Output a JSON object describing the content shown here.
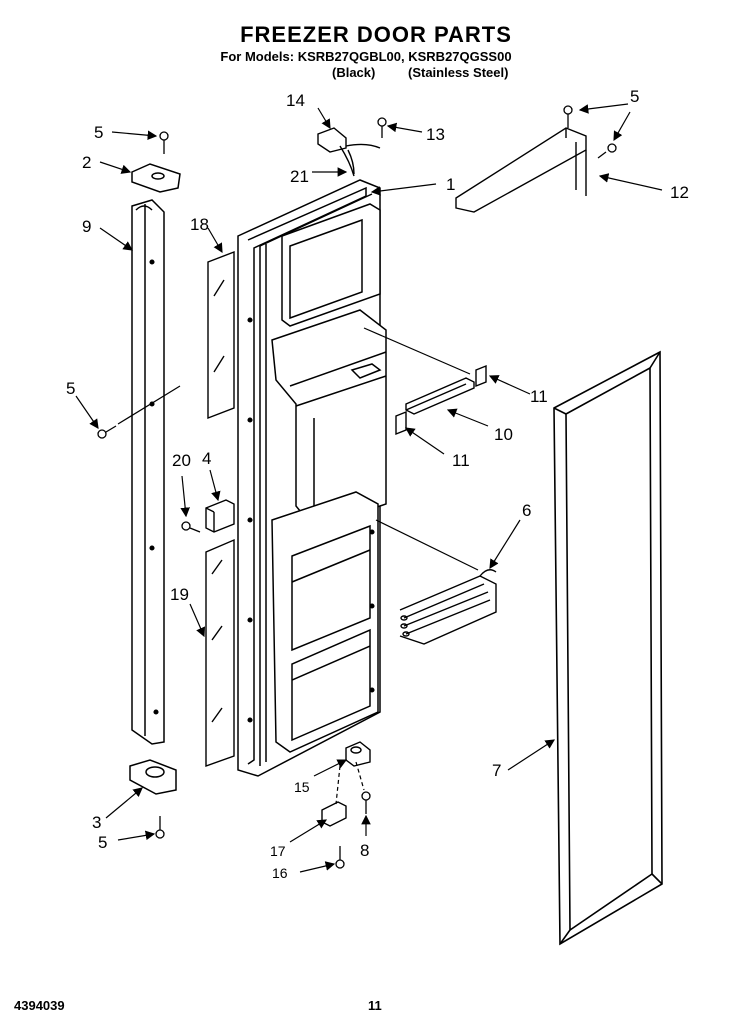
{
  "header": {
    "title": "FREEZER DOOR PARTS",
    "models_line": "For Models: KSRB27QGBL00, KSRB27QGSS00",
    "finish_black": "(Black)",
    "finish_stainless": "(Stainless Steel)"
  },
  "callouts": {
    "c1": "1",
    "c2": "2",
    "c3": "3",
    "c4": "4",
    "c5a": "5",
    "c5b": "5",
    "c5c": "5",
    "c5d": "5",
    "c6": "6",
    "c7": "7",
    "c8": "8",
    "c9": "9",
    "c10": "10",
    "c11a": "11",
    "c11b": "11",
    "c12": "12",
    "c13": "13",
    "c14": "14",
    "c15": "15",
    "c16": "16",
    "c17": "17",
    "c18": "18",
    "c19": "19",
    "c20": "20",
    "c21": "21"
  },
  "footer": {
    "doc_number": "4394039",
    "page_number": "11"
  }
}
